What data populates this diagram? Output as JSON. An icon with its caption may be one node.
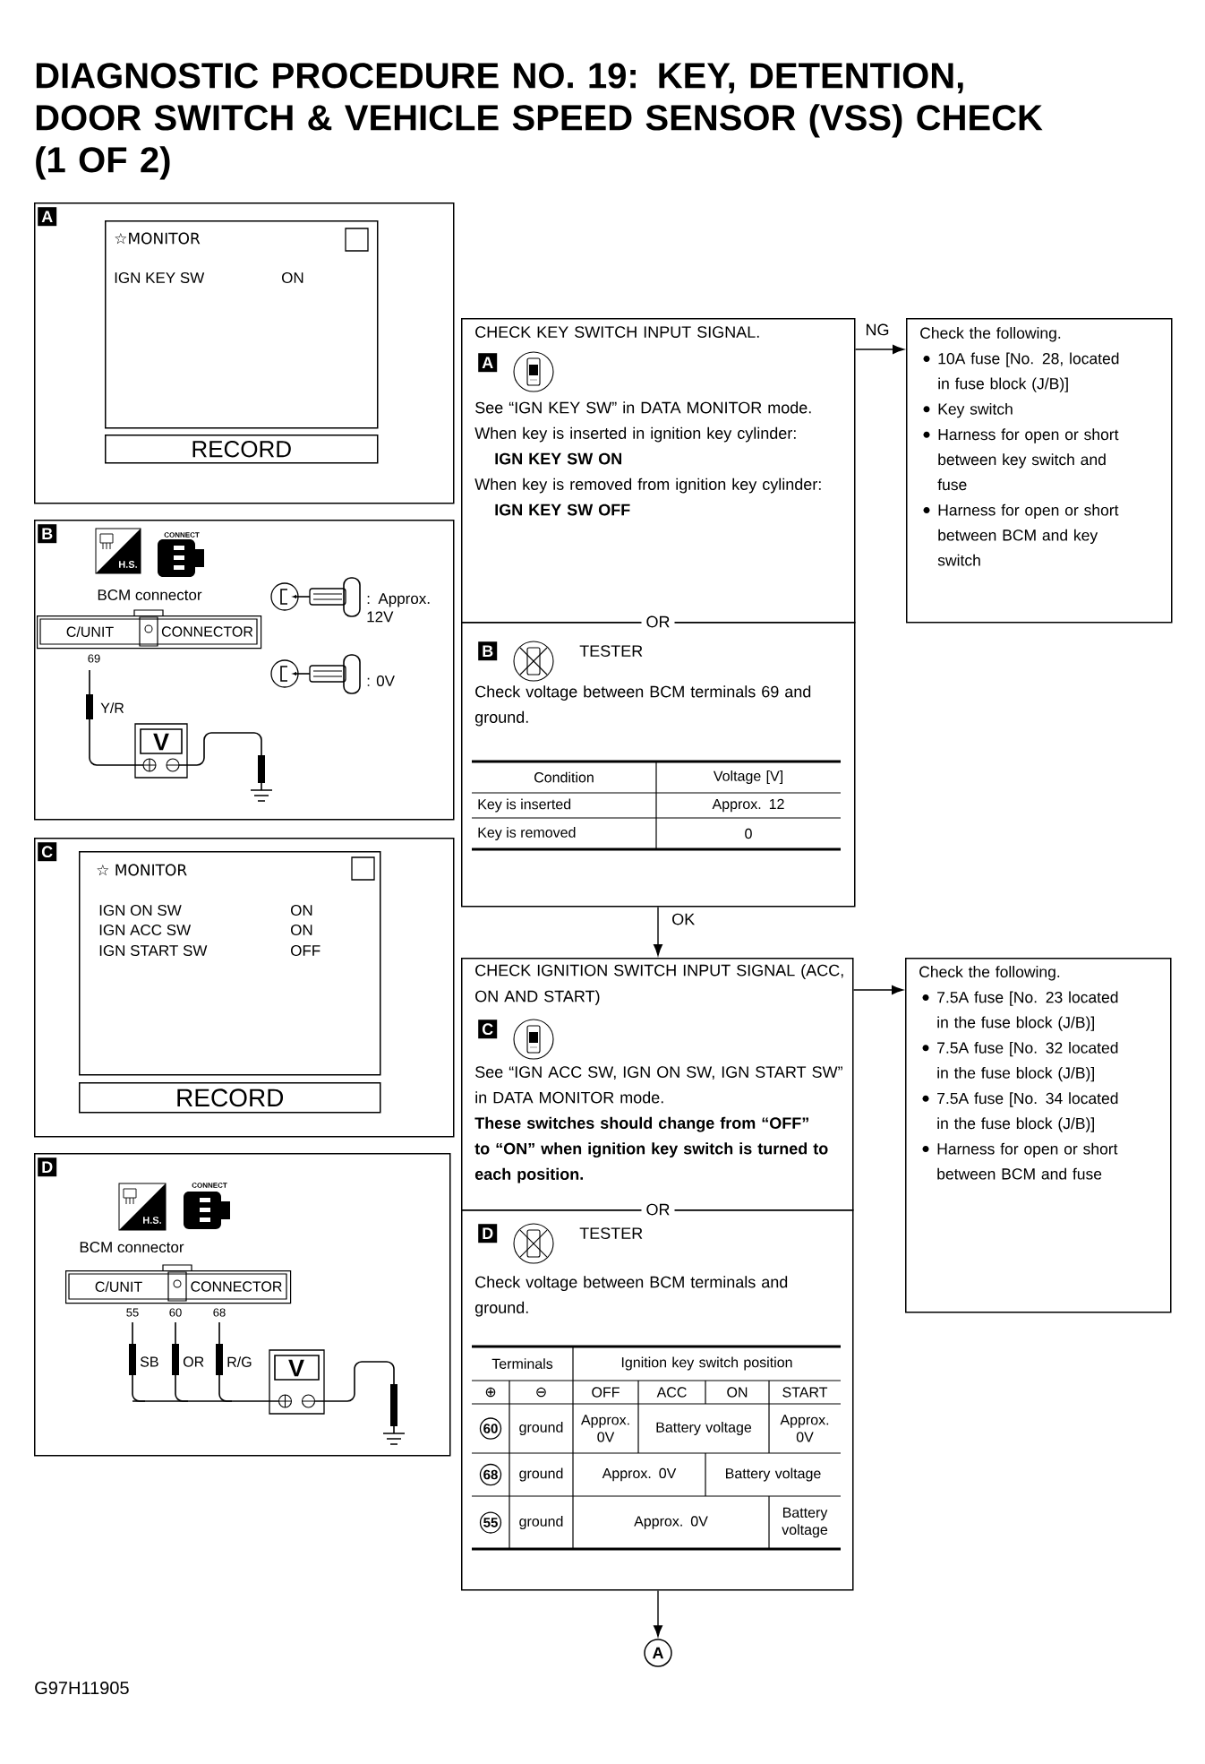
{
  "diagram": {
    "title": "DIAGNOSTIC PROCEDURE NO. 19: KEY, DETENTION, DOOR SWITCH & VEHICLE SPEED SENSOR (VSS) CHECK (1 OF 2)",
    "nodes": [
      {
        "text": [
          "A"
        ]
      },
      {
        "text": [
          "☆MONITOR",
          "IGN KEY SW",
          "ON"
        ],
        "in": 0
      },
      {
        "text": [
          "RECORD"
        ],
        "in": 0
      },
      {
        "text": [
          "B"
        ]
      },
      {
        "text": [
          "C/UNIT",
          "CONNECTOR"
        ],
        "in": 3,
        "beside": [
          "69"
        ]
      },
      {
        "text": [
          "C"
        ]
      },
      {
        "text": [
          "☆ MONITOR",
          "IGN ON SW",
          "ON",
          "IGN ACC SW",
          "ON",
          "IGN START SW",
          "OFF"
        ],
        "in": 5
      },
      {
        "text": [
          "RECORD"
        ],
        "in": 5
      },
      {
        "text": [
          "D"
        ]
      },
      {
        "text": [
          "C/UNIT",
          "CONNECTOR"
        ],
        "in": 8,
        "beside": [
          "55",
          "60",
          "68"
        ]
      },
      {
        "text": [
          "CHECK KEY SWITCH INPUT SIGNAL.",
          "A",
          "See “IGN KEY SW” in DATA MONITOR mode.",
          "When key is inserted in ignition key cylinder:",
          "IGN KEY SW ON",
          "When key is removed from ignition key cylinder:",
          "IGN KEY SW OFF"
        ]
      },
      {
        "text": [
          "B",
          "TESTER",
          "Check voltage between BCM terminals 69 and ground.",
          "Condition",
          "Voltage [V]",
          "Key is inserted",
          "Approx. 12",
          "Key is removed",
          "0"
        ]
      },
      {
        "text": [
          "Check the following.",
          "10A fuse [No. 28, located in fuse block (J/B)]",
          "Key switch",
          "Harness for open or short between key switch and fuse",
          "Harness for open or short between BCM and key switch"
        ]
      },
      {
        "text": [
          "CHECK IGNITION SWITCH INPUT SIGNAL (ACC, ON AND START)",
          "C",
          "See “IGN ACC SW, IGN ON SW, IGN START SW” in DATA MONITOR mode.",
          "These switches should change from “OFF” to “ON” when ignition key switch is turned to each position."
        ]
      },
      {
        "text": [
          "D",
          "TESTER",
          "Check voltage between BCM terminals and ground.",
          "Terminals",
          "Ignition key switch position",
          "⊕",
          "⊖",
          "OFF",
          "ACC",
          "ON",
          "START",
          "60",
          "ground",
          "Approx. 0V",
          "Battery voltage",
          "Approx. 0V",
          "68",
          "ground",
          "Approx. 0V",
          "Battery voltage",
          "55",
          "ground",
          "Approx. 0V",
          "Battery voltage"
        ]
      },
      {
        "text": [
          "Check the following.",
          "7.5A fuse [No. 23 located in the fuse block (J/B)]",
          "7.5A fuse [No. 32 located in the fuse block (J/B)]",
          "7.5A fuse [No. 34 located in the fuse block (J/B)]",
          "Harness for open or short between BCM and fuse"
        ]
      },
      {
        "text": [
          "A"
        ]
      }
    ],
    "edges": [
      {
        "from": 10,
        "to": 12,
        "arrow": "to",
        "label": "NG"
      },
      {
        "from": 11,
        "to": 13,
        "arrow": "to",
        "label": "OK"
      },
      {
        "from": 13,
        "to": 15,
        "arrow": "to"
      },
      {
        "from": 14,
        "to": 16,
        "arrow": "to"
      }
    ],
    "labels": [
      "CONNECT",
      "H.S.",
      "BCM connector",
      "Y/R",
      ": Approx. 12V",
      ": 0V",
      "V",
      "CONNECT",
      "H.S.",
      "BCM connector",
      "SB",
      "OR",
      "R/G",
      "V",
      "OR",
      "OR",
      "G97H11905"
    ]
  }
}
